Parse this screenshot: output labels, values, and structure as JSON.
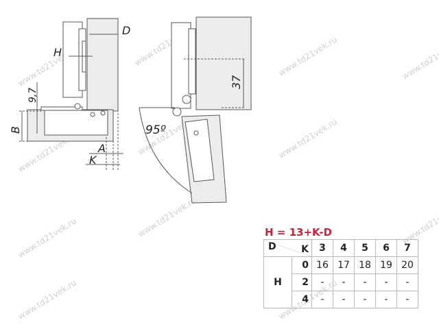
{
  "watermark": {
    "text": "www.td21vek.ru"
  },
  "drawing_left": {
    "labels": {
      "D": "D",
      "H": "H",
      "dim_9_7": "9,7",
      "B": "B",
      "A": "A",
      "K": "K"
    }
  },
  "drawing_right": {
    "labels": {
      "angle": "95º",
      "dim_37": "37"
    }
  },
  "formula": "H = 13+K-D",
  "table": {
    "corner_top_left": "D",
    "corner_bottom_right": "K",
    "row_header": "H",
    "columns": [
      "3",
      "4",
      "5",
      "6",
      "7"
    ],
    "rows": [
      {
        "k": "0",
        "values": [
          "16",
          "17",
          "18",
          "19",
          "20"
        ]
      },
      {
        "k": "2",
        "values": [
          "-",
          "-",
          "-",
          "-",
          "-"
        ]
      },
      {
        "k": "4",
        "values": [
          "-",
          "-",
          "-",
          "-",
          "-"
        ]
      }
    ]
  },
  "colors": {
    "formula": "#c4243b",
    "lines": "#555555",
    "wood": "#ececec"
  }
}
